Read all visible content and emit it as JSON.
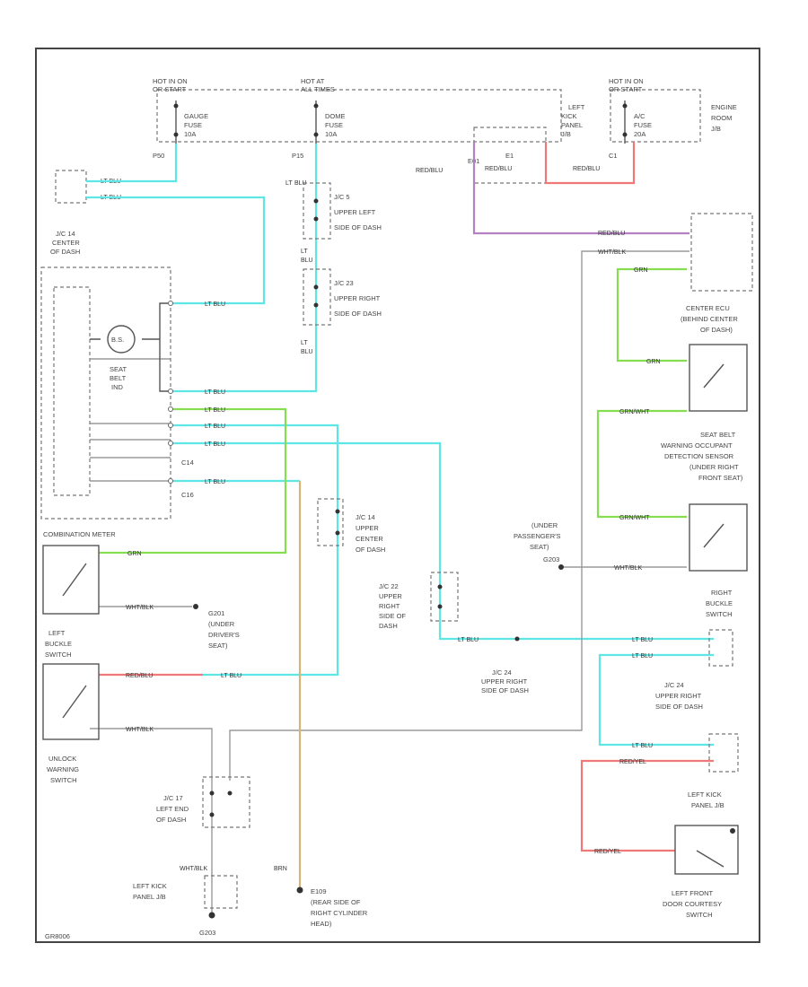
{
  "colors": {
    "lt_blu": "#5ee5e5",
    "grn": "#86dd4f",
    "red": "#f07878",
    "purple": "#b57fc4",
    "gray": "#9a9a9a",
    "tan": "#d6b57a",
    "orange": "#f3b07a"
  },
  "fuses": {
    "gauge": [
      "HOT IN ON",
      "OR START",
      "GAUGE",
      "FUSE",
      "10A"
    ],
    "dome": [
      "HOT AT",
      "ALL TIMES",
      "DOME",
      "FUSE",
      "10A"
    ],
    "ac": [
      "HOT IN ON",
      "OR START",
      "A/C",
      "FUSE",
      "20A"
    ]
  },
  "boxes": {
    "left_kick_panel_jb": [
      "LEFT",
      "KICK",
      "PANEL",
      "J/B"
    ],
    "engine_room_jb": [
      "ENGINE",
      "ROOM",
      "J/B"
    ],
    "jc14_center": [
      "J/C 14",
      "CENTER",
      "OF DASH"
    ],
    "jc5": [
      "J/C 5",
      "UPPER LEFT",
      "SIDE OF DASH"
    ],
    "jc23a": [
      "J/C 23",
      "UPPER RIGHT",
      "SIDE OF DASH"
    ],
    "jc14_upper": [
      "J/C 14",
      "UPPER",
      "CENTER",
      "OF DASH"
    ],
    "jc22": [
      "J/C 22",
      "UPPER",
      "RIGHT",
      "SIDE OF",
      "DASH"
    ],
    "jc24a": [
      "J/C 24",
      "UPPER RIGHT",
      "SIDE OF DASH"
    ],
    "jc24b": [
      "J/C 24",
      "UPPER RIGHT",
      "SIDE OF DASH"
    ],
    "jc17": [
      "J/C 17",
      "LEFT END",
      "OF DASH"
    ],
    "center_ecu": [
      "CENTER ECU",
      "(BEHIND CENTER",
      "OF DASH)"
    ],
    "occupant_sensor": [
      "SEAT BELT",
      "WARNING OCCUPANT",
      "DETECTION SENSOR",
      "(UNDER RIGHT",
      "FRONT SEAT)"
    ],
    "under_pass_seat": [
      "(UNDER",
      "PASSENGER'S",
      "SEAT)"
    ],
    "right_buckle": [
      "RIGHT",
      "BUCKLE",
      "SWITCH"
    ],
    "left_buckle": [
      "LEFT",
      "BUCKLE",
      "SWITCH"
    ],
    "unlock_warning": [
      "UNLOCK",
      "WARNING",
      "SWITCH"
    ],
    "g_under_driver": [
      "(UNDER",
      "DRIVER'S",
      "SEAT)"
    ],
    "left_kick_panel_jb2": [
      "LEFT KICK",
      "PANEL J/B"
    ],
    "left_kick_panel_jb3": [
      "LEFT KICK",
      "PANEL J/B"
    ],
    "e109": [
      "E109",
      "(REAR SIDE OF",
      "RIGHT CYLINDER",
      "HEAD)"
    ],
    "left_front_door": [
      "LEFT FRONT",
      "DOOR COURTESY",
      "SWITCH"
    ]
  },
  "labels": {
    "combination_meter": "COMBINATION METER",
    "seat_belt_ind": [
      "SEAT",
      "BELT",
      "IND"
    ],
    "lamp_symbol": "B.S.",
    "g101": "G201",
    "g203": "G203",
    "c14a": "C14",
    "c14b": "C16",
    "p50": "P50",
    "p15": "P15",
    "e1": "E1",
    "c1": "C1",
    "e01": "E01",
    "footer": "GR8006"
  },
  "wires": {
    "lt_blu": "LT BLU",
    "lt": "LT",
    "blu": "BLU",
    "grn": "GRN",
    "red_blu": "RED/BLU",
    "wht_blk": "WHT/BLK",
    "grn_wht": "GRN/WHT",
    "red_yel": "RED/YEL",
    "brn": "BRN"
  }
}
